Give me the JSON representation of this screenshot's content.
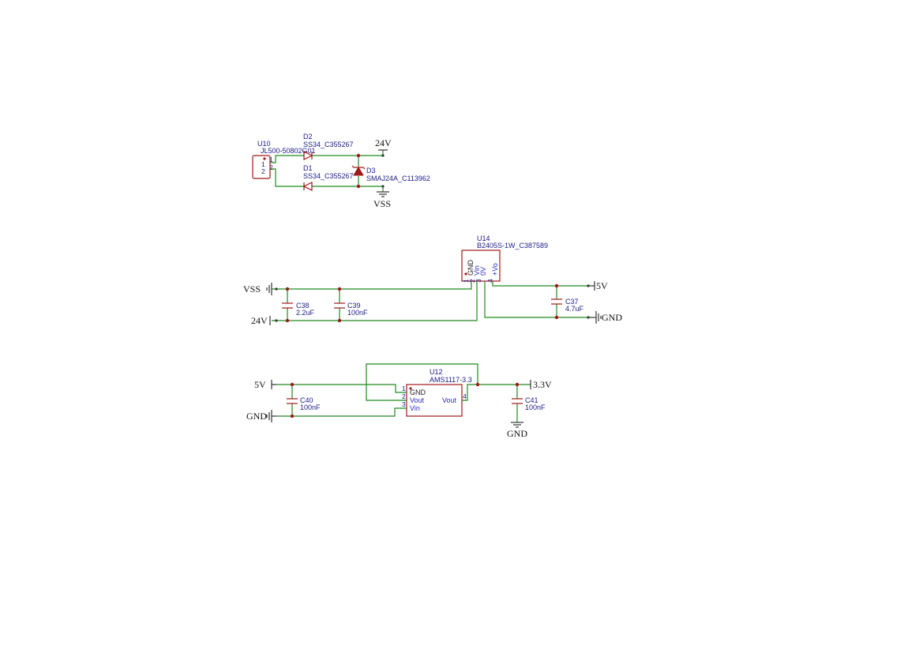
{
  "colors": {
    "wire": "#1f8a1f",
    "component": "#a01818",
    "reference_text": "#1a1a8a",
    "pin_name_text": "#2a2acc",
    "power_symbol": "#333333"
  },
  "power_input": {
    "connector": {
      "ref": "U10",
      "value": "JL500-50802G01",
      "pins": [
        "1",
        "2"
      ]
    },
    "diode_d2": {
      "ref": "D2",
      "value": "SS34_C355267"
    },
    "diode_d1": {
      "ref": "D1",
      "value": "SS34_C355267"
    },
    "tvs_d3": {
      "ref": "D3",
      "value": "SMAJ24A_C113962"
    },
    "net_top": "24V",
    "net_bottom": "VSS"
  },
  "isolated_converter": {
    "ref": "U14",
    "value": "B2405S-1W_C387589",
    "pin_numbers": [
      "1",
      "2",
      "3",
      "4"
    ],
    "pin_names": [
      "GND",
      "Vin",
      "0V",
      "+Vo"
    ],
    "c38": {
      "ref": "C38",
      "value": "2.2uF"
    },
    "c39": {
      "ref": "C39",
      "value": "100nF"
    },
    "c37": {
      "ref": "C37",
      "value": "4.7uF"
    },
    "net_vss": "VSS",
    "net_24v": "24V",
    "net_5v": "5V",
    "net_gnd": "GND"
  },
  "ldo": {
    "ref": "U12",
    "value": "AMS1117-3.3",
    "pin_numbers": [
      "1",
      "2",
      "3",
      "4"
    ],
    "pin_names_left": [
      "GND",
      "Vout",
      "Vin"
    ],
    "pin_name_right": "Vout",
    "c40": {
      "ref": "C40",
      "value": "100nF"
    },
    "c41": {
      "ref": "C41",
      "value": "100nF"
    },
    "net_5v": "5V",
    "net_gnd_left": "GND",
    "net_3v3": "3.3V",
    "net_gnd_bottom": "GND"
  }
}
